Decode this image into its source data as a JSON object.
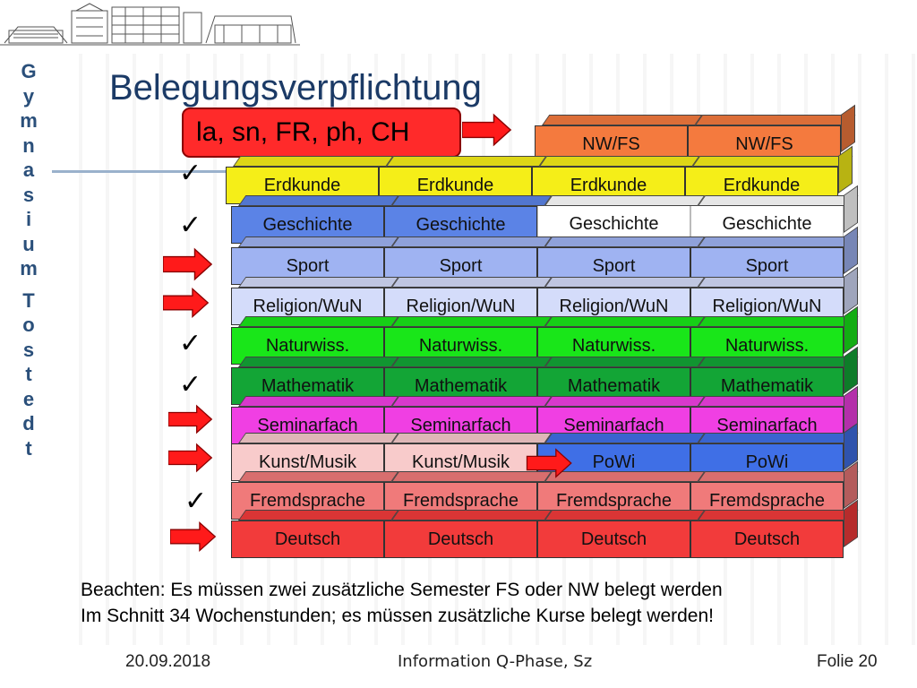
{
  "title": "Belegungsverpflichtung",
  "vertical_title": [
    "G",
    "y",
    "m",
    "n",
    "a",
    "s",
    "i",
    "u",
    "m",
    "",
    "T",
    "o",
    "s",
    "t",
    "e",
    "d",
    "t"
  ],
  "languages_box": "la, sn, FR, ph, CH",
  "check_mark": "✓",
  "rows": [
    {
      "labels": [
        "NW/FS",
        "NW/FS"
      ],
      "color": "#f47a3e"
    },
    {
      "labels": [
        "Erdkunde",
        "Erdkunde",
        "Erdkunde",
        "Erdkunde"
      ],
      "color": "#f5ee18"
    },
    {
      "labels": [
        "Geschichte",
        "Geschichte",
        "Geschichte",
        "Geschichte"
      ],
      "color": "#5b83e6"
    },
    {
      "labels": [
        "Sport",
        "Sport",
        "Sport",
        "Sport"
      ],
      "color": "#9fb3f2"
    },
    {
      "labels": [
        "Religion/WuN",
        "Religion/WuN",
        "Religion/WuN",
        "Religion/WuN"
      ],
      "color": "#d4dcfa"
    },
    {
      "labels": [
        "Naturwiss.",
        "Naturwiss.",
        "Naturwiss.",
        "Naturwiss."
      ],
      "color": "#19e619"
    },
    {
      "labels": [
        "Mathematik",
        "Mathematik",
        "Mathematik",
        "Mathematik"
      ],
      "color": "#13a536"
    },
    {
      "labels": [
        "Seminarfach",
        "Seminarfach",
        "Seminarfach",
        "Seminarfach"
      ],
      "color": "#f03fe3"
    },
    {
      "labels": [
        "Kunst/Musik",
        "Kunst/Musik",
        "PoWi",
        "PoWi"
      ],
      "color": "#f8cbcb",
      "color_alt": "#3f6fe6"
    },
    {
      "labels": [
        "Fremdsprache",
        "Fremdsprache",
        "Fremdsprache",
        "Fremdsprache"
      ],
      "color": "#f07a7a"
    },
    {
      "labels": [
        "Deutsch",
        "Deutsch",
        "Deutsch",
        "Deutsch"
      ],
      "color": "#f23b3b"
    }
  ],
  "note_lines": [
    "Beachten: Es müssen zwei zusätzliche Semester FS oder NW belegt werden",
    "Im Schnitt 34 Wochenstunden; es müssen zusätzliche Kurse belegt werden!"
  ],
  "footer": {
    "date": "20.09.2018",
    "center": "Information Q-Phase, Sz",
    "slide": "Folie 20"
  },
  "colors": {
    "accent": "#1b3a66",
    "arrow": "#ff1a1a"
  }
}
